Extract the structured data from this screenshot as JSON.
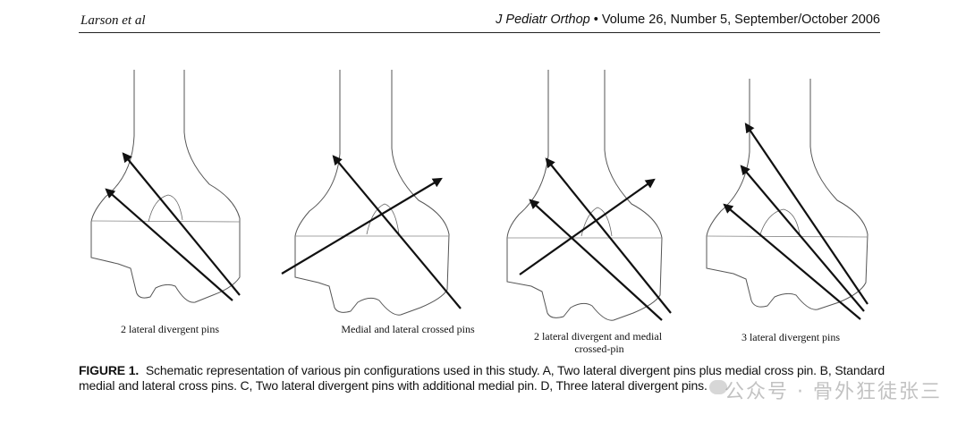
{
  "header": {
    "left": "Larson et al",
    "journal": "J Pediatr Orthop",
    "bullet": "•",
    "issue": "Volume 26, Number 5, September/October 2006"
  },
  "panels": [
    {
      "label_lines": [
        "2 lateral divergent pins"
      ]
    },
    {
      "label_lines": [
        "Medial and lateral crossed pins"
      ]
    },
    {
      "label_lines": [
        "2 lateral divergent and medial",
        "crossed-pin"
      ]
    },
    {
      "label_lines": [
        "3 lateral divergent pins"
      ]
    }
  ],
  "caption": {
    "figure_label": "FIGURE 1.",
    "text": "Schematic representation of various pin configurations used in this study. A, Two lateral divergent pins plus medial cross pin. B, Standard medial and lateral cross pins. C, Two lateral divergent pins with additional medial pin. D, Three lateral divergent pins."
  },
  "watermark": "公众号 · 骨外狂徒张三"
}
